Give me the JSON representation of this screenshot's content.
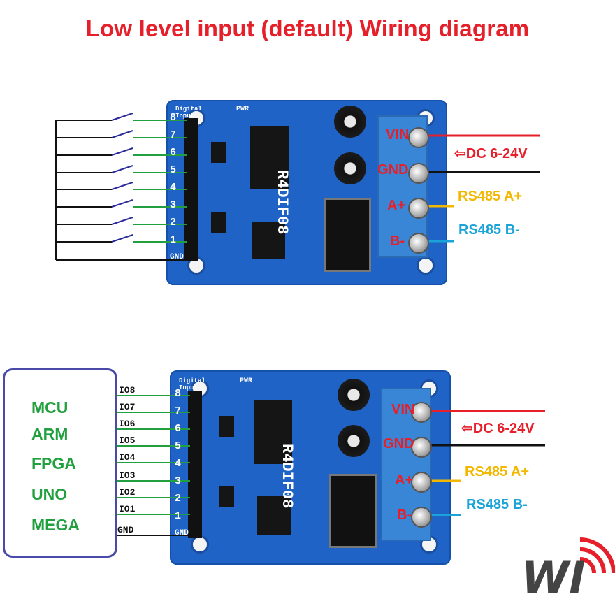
{
  "title": "Low level input (default)  Wiring diagram",
  "board_label": "R4DIF08",
  "silkscreen": {
    "digital_input": "Digital Input",
    "pwr": "PWR",
    "pins": [
      "8",
      "7",
      "6",
      "5",
      "4",
      "3",
      "2",
      "1",
      "GND"
    ],
    "terminal_pins": [
      "VIN",
      "GND",
      "A",
      "B"
    ]
  },
  "labels": {
    "vin": "VIN",
    "gnd": "GND",
    "a": "A+",
    "b": "B-",
    "dc": "DC 6-24V",
    "rs485a": "RS485 A+",
    "rs485b": "RS485 B-"
  },
  "mcu": {
    "names": [
      "MCU",
      "ARM",
      "FPGA",
      "UNO",
      "MEGA"
    ],
    "io": [
      "IO8",
      "IO7",
      "IO6",
      "IO5",
      "IO4",
      "IO3",
      "IO2",
      "IO1",
      "GND"
    ]
  },
  "logo": "WI",
  "colors": {
    "red": "#e5202a",
    "yellow": "#f2b800",
    "blue": "#1aa3d9",
    "green": "#22a040",
    "board": "#1f63c6"
  }
}
